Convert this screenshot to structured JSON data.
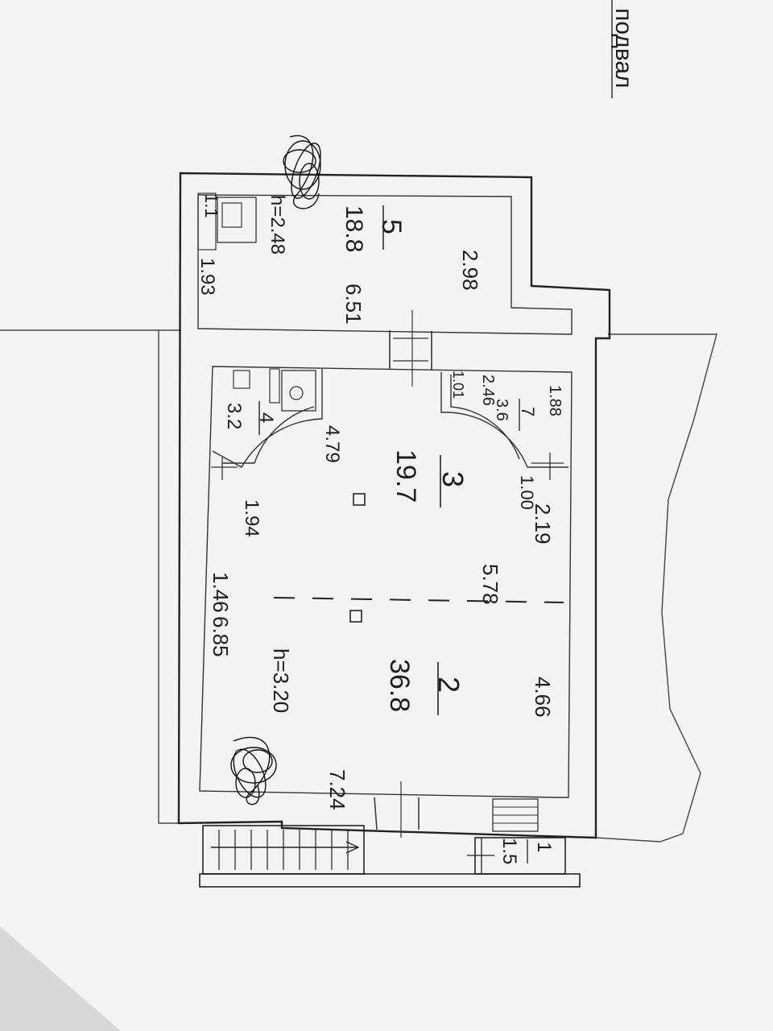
{
  "header": {
    "sheet_label": "подвал"
  },
  "rooms": [
    {
      "number": "5",
      "area": "18.8"
    },
    {
      "number": "4",
      "area": "3.2"
    },
    {
      "number": "7",
      "area": "3.6"
    },
    {
      "number": "3",
      "area": "19.7"
    },
    {
      "number": "2",
      "area": "36.8"
    },
    {
      "number": "1",
      "area": "1.5"
    }
  ],
  "heights": {
    "room5": "h=2.48",
    "main": "h=3.20"
  },
  "dimensions": {
    "stair_width": "1.1",
    "room5_short": "1.93",
    "room5_length": "6.51",
    "room5_width": "2.98",
    "room4_side": "4.79",
    "room4_diag": "1.94",
    "room7_width": "2.46",
    "room7_depth": "1.01",
    "room7_side": "1.88",
    "door_width": "1.00",
    "room3_side": "2.19",
    "room3_width": "5.78",
    "left_segment": "1.46",
    "left_length": "6.85",
    "room2_side": "4.66",
    "bottom_length": "7.24"
  },
  "colors": {
    "paper": "#f3f3f1",
    "ink": "#1e1e1e"
  },
  "icons": [
    "sink-icon",
    "toilet-icon",
    "column-icon",
    "scribble-mark-icon"
  ]
}
